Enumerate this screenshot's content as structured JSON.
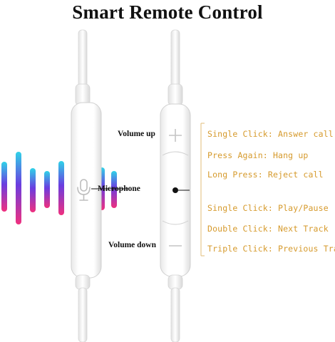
{
  "title": "Smart Remote Control",
  "labels": {
    "volume_up": "Volume up",
    "microphone": "Microphone",
    "volume_down": "Volume down"
  },
  "functions": [
    "Single Click: Answer call",
    "Press Again: Hang up",
    "Long Press: Reject call",
    "Single Click: Play/Pause",
    "Double Click: Next Track",
    "Triple Click: Previous Track"
  ],
  "colors": {
    "function_text": "#d69a2c",
    "bracket_line": "#e1bd7a",
    "wave_top": "#2fd3e8",
    "wave_mid": "#6a3de0",
    "wave_bottom": "#f0307e"
  },
  "icons": [
    "plus-icon",
    "minus-icon",
    "microphone-icon"
  ]
}
